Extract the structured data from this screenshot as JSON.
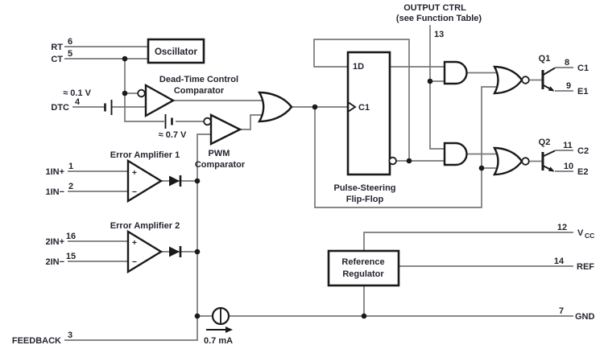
{
  "colors": {
    "wire": "#77787b",
    "shape": "#1a1a1a",
    "text": "#23252e",
    "background": "#ffffff"
  },
  "blocks": {
    "oscillator": {
      "label": "Oscillator"
    },
    "flipflop": {
      "d_input": "1D",
      "clock_input": "C1",
      "caption_line1": "Pulse-Steering",
      "caption_line2": "Flip-Flop"
    },
    "reference_regulator": {
      "line1": "Reference",
      "line2": "Regulator"
    }
  },
  "comparators": {
    "dead_time": {
      "label_line1": "Dead-Time Control",
      "label_line2": "Comparator",
      "offset_label": "≈ 0.1 V"
    },
    "pwm": {
      "label_line1": "PWM",
      "label_line2": "Comparator",
      "offset_label": "≈ 0.7 V"
    }
  },
  "amplifiers": {
    "ea1": {
      "label": "Error Amplifier 1",
      "plus": "+",
      "minus": "−"
    },
    "ea2": {
      "label": "Error Amplifier 2",
      "plus": "+",
      "minus": "−"
    }
  },
  "output_ctrl": {
    "line1": "OUTPUT CTRL",
    "line2": "(see Function Table)",
    "pin_num": "13"
  },
  "transistors": {
    "q1": "Q1",
    "q2": "Q2"
  },
  "current_source": {
    "label": "0.7 mA"
  },
  "pins": {
    "left": [
      {
        "name": "RT",
        "num": "6"
      },
      {
        "name": "CT",
        "num": "5"
      },
      {
        "name": "DTC",
        "num": "4"
      },
      {
        "name": "1IN+",
        "num": "1"
      },
      {
        "name": "1IN−",
        "num": "2"
      },
      {
        "name": "2IN+",
        "num": "16"
      },
      {
        "name": "2IN−",
        "num": "15"
      },
      {
        "name": "FEEDBACK",
        "num": "3"
      }
    ],
    "right": [
      {
        "name": "C1",
        "num": "8"
      },
      {
        "name": "E1",
        "num": "9"
      },
      {
        "name": "C2",
        "num": "11"
      },
      {
        "name": "E2",
        "num": "10"
      },
      {
        "name": "REF",
        "num": "14"
      },
      {
        "name": "GND",
        "num": "7"
      }
    ],
    "vcc": {
      "num": "12",
      "main": "V",
      "sub": "CC"
    }
  }
}
